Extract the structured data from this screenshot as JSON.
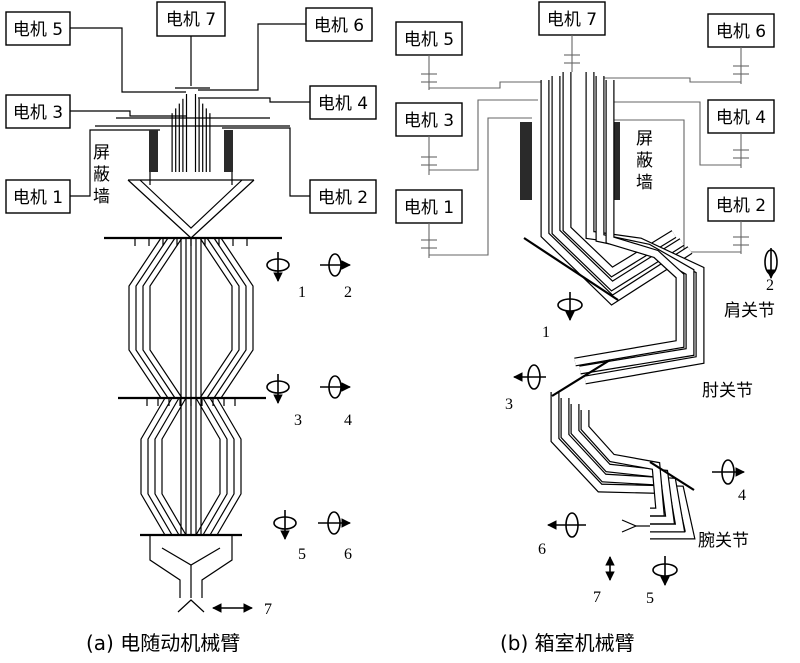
{
  "panel_a": {
    "motors": {
      "m1": "电机 1",
      "m2": "电机 2",
      "m3": "电机 3",
      "m4": "电机 4",
      "m5": "电机 5",
      "m6": "电机 6",
      "m7": "电机 7"
    },
    "shield_label": [
      "屏",
      "蔽",
      "墙"
    ],
    "joint_numbers": [
      "1",
      "2",
      "3",
      "4",
      "5",
      "6",
      "7"
    ],
    "caption": "(a) 电随动机械臂"
  },
  "panel_b": {
    "motors": {
      "m1": "电机 1",
      "m2": "电机 2",
      "m3": "电机 3",
      "m4": "电机 4",
      "m5": "电机 5",
      "m6": "电机 6",
      "m7": "电机 7"
    },
    "shield_label": [
      "屏",
      "蔽",
      "墙"
    ],
    "joint_labels": {
      "shoulder": "肩关节",
      "elbow": "肘关节",
      "wrist": "腕关节"
    },
    "joint_numbers": [
      "1",
      "2",
      "3",
      "4",
      "5",
      "6",
      "7"
    ],
    "caption": "(b) 箱室机械臂"
  }
}
